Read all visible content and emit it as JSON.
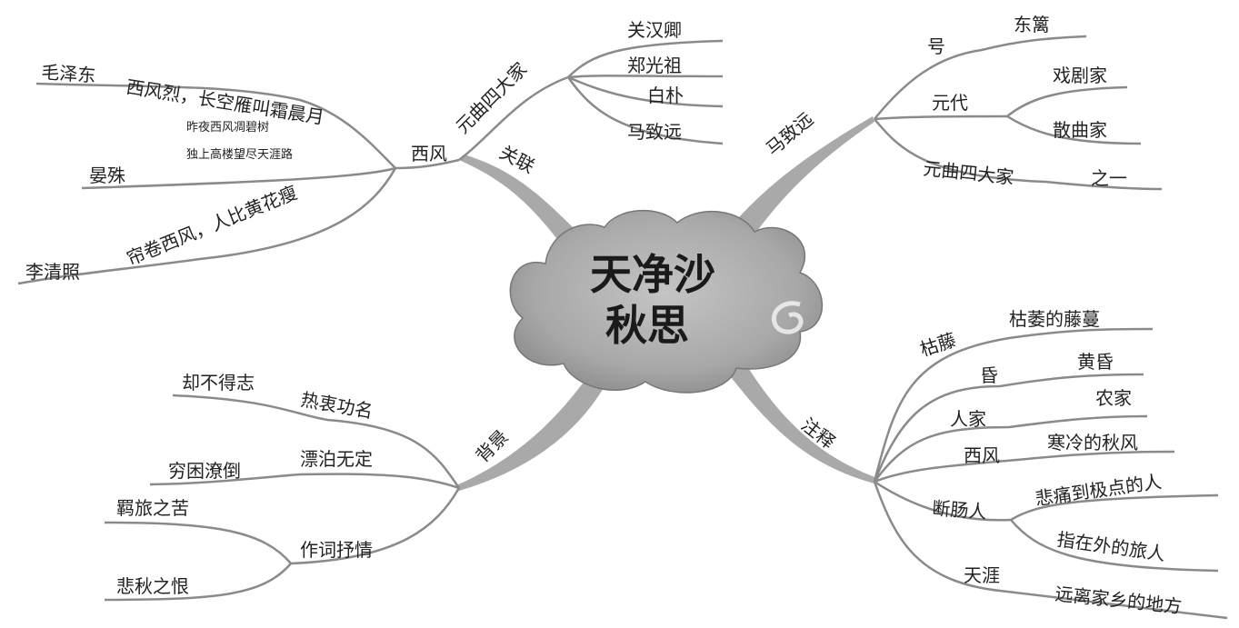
{
  "center": {
    "line1": "天净沙",
    "line2": "秋思"
  },
  "branches": {
    "guanlian": {
      "label": "关联",
      "xifeng": {
        "label": "西风",
        "maozedong": {
          "name": "毛泽东",
          "quote": "西风烈，长空雁叫霜晨月"
        },
        "yanshu": {
          "name": "晏殊",
          "quote_line1": "昨夜西风凋碧树",
          "quote_line2": "独上高楼望尽天涯路"
        },
        "liqingzhao": {
          "name": "李清照",
          "quote": "帘卷西风，人比黄花瘦"
        }
      },
      "yuanqu": {
        "label": "元曲四大家",
        "members": [
          "关汉卿",
          "郑光祖",
          "白朴",
          "马致远"
        ]
      }
    },
    "mazhiyuan": {
      "label": "马致远",
      "hao": {
        "label": "号",
        "value": "东篱"
      },
      "yuandai": {
        "label": "元代",
        "values": [
          "戏剧家",
          "散曲家"
        ]
      },
      "sidajia": {
        "label": "元曲四大家",
        "value": "之一"
      }
    },
    "beijing": {
      "label": "背景",
      "rezhong": {
        "label": "热衷功名",
        "value": "却不得志"
      },
      "piaobo": {
        "label": "漂泊无定",
        "value": "穷困潦倒"
      },
      "zuoci": {
        "label": "作词抒情",
        "values": [
          "羁旅之苦",
          "悲秋之恨"
        ]
      }
    },
    "zhushi": {
      "label": "注释",
      "items": [
        {
          "term": "枯藤",
          "meaning": "枯萎的藤蔓"
        },
        {
          "term": "昏",
          "meaning": "黄昏"
        },
        {
          "term": "人家",
          "meaning": "农家"
        },
        {
          "term": "西风",
          "meaning": "寒冷的秋风"
        },
        {
          "term": "断肠人",
          "meaning": "悲痛到极点的人",
          "meaning2": "指在外的旅人"
        },
        {
          "term": "天涯",
          "meaning": "远离家乡的地方"
        }
      ]
    }
  }
}
